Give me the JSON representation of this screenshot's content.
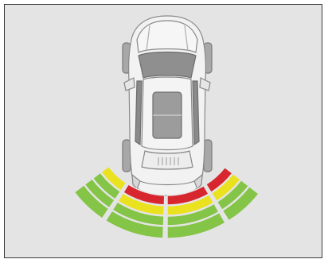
{
  "scene": {
    "subject": "car-top-view",
    "background_color": "#e4e4e4",
    "border_color": "#3a3a3a",
    "body_color": "#f2f2f2",
    "outline_color": "#888888",
    "glass_color": "#8f8f8f",
    "panorama_color": "#9c9c9c",
    "dark_glass_color": "#7a7a7a"
  },
  "parking_sensor": {
    "direction": "rear",
    "zones": [
      "left-outer",
      "left-inner",
      "right-inner",
      "right-outer"
    ],
    "levels": [
      {
        "name": "near",
        "color": "#d7262e",
        "active_zones": [
          "left-inner",
          "right-inner"
        ]
      },
      {
        "name": "mid",
        "color": "#ebe21f",
        "active_zones": [
          "left-outer",
          "left-inner",
          "right-inner",
          "right-outer"
        ]
      },
      {
        "name": "far-1",
        "color": "#84c446",
        "active_zones": [
          "left-outer",
          "left-inner",
          "right-inner",
          "right-outer"
        ]
      },
      {
        "name": "far-2",
        "color": "#84c446",
        "active_zones": [
          "left-outer",
          "left-inner",
          "right-inner",
          "right-outer"
        ]
      }
    ],
    "row_colors": {
      "left-outer": [
        "#ebe21f",
        "#84c446",
        "#84c446",
        "#84c446"
      ],
      "left-inner": [
        "#d7262e",
        "#ebe21f",
        "#84c446",
        "#84c446"
      ],
      "right-inner": [
        "#d7262e",
        "#ebe21f",
        "#84c446",
        "#84c446"
      ],
      "right-outer": [
        "#d7262e",
        "#ebe21f",
        "#84c446",
        "#84c446"
      ]
    }
  }
}
